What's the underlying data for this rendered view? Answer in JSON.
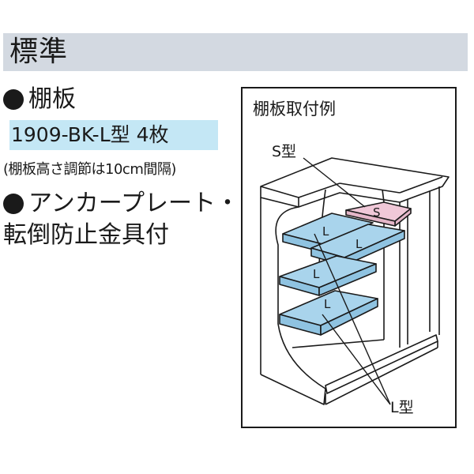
{
  "header": {
    "title": "標準"
  },
  "shelf": {
    "heading": "棚板",
    "model": "1909-BK-L型 4枚",
    "note": "(棚板高さ調節は10cm間隔)"
  },
  "anchor": {
    "line1": "アンカープレート・",
    "line2": "転倒防止金具付"
  },
  "figure": {
    "title": "棚板取付例",
    "s_type_label": "S型",
    "l_type_label": "L型",
    "s_mark": "S",
    "l_mark": "L"
  },
  "colors": {
    "header_band": "#d3d9e1",
    "model_band": "#c4e7f5",
    "shelf_l": "#a9d4ec",
    "shelf_s": "#f0c8d8"
  }
}
